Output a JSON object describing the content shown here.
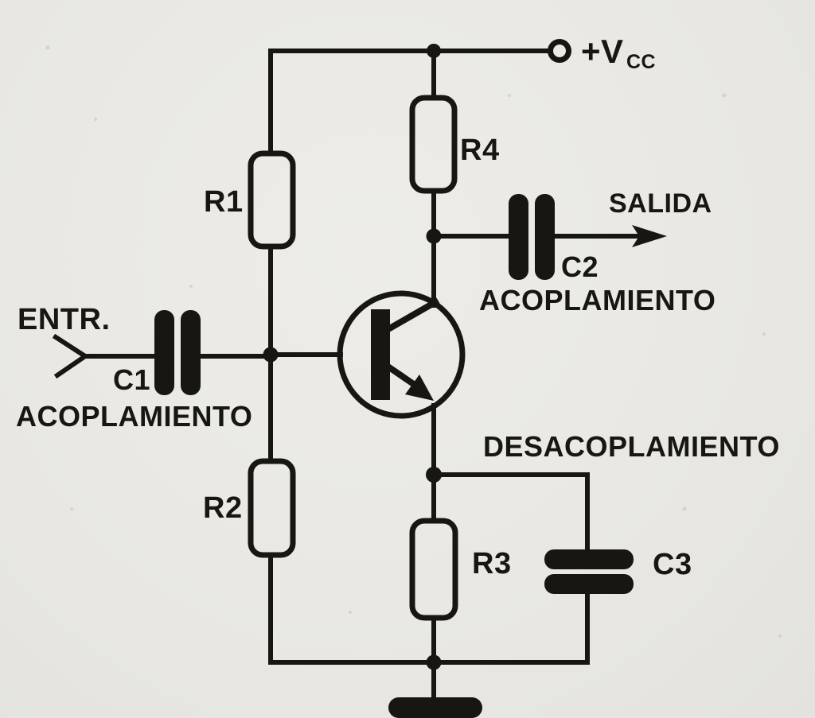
{
  "labels": {
    "vcc_main": "+V",
    "vcc_sub": "CC",
    "entrada": "ENTR.",
    "salida": "SALIDA",
    "acoplamiento_entrada": "ACOPLAMIENTO",
    "acoplamiento_salida": "ACOPLAMIENTO",
    "desacoplamiento": "DESACOPLAMIENTO"
  },
  "components": {
    "r1": "R1",
    "r2": "R2",
    "r3": "R3",
    "r4": "R4",
    "c1": "C1",
    "c2": "C2",
    "c3": "C3"
  },
  "colors": {
    "ink": "#181613",
    "paper": "#e9e8e4"
  }
}
